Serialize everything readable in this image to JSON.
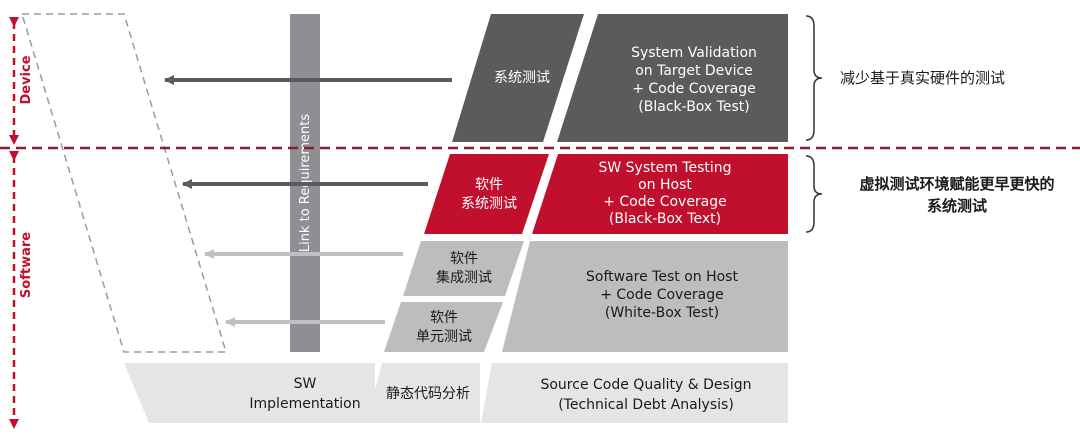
{
  "colors": {
    "dark": "#595b5d",
    "red": "#c0102e",
    "gray": "#bcbdbf",
    "light": "#e4e5e6",
    "arrow_dark": "#5a5b5d",
    "arrow_light": "#bfc0c2",
    "dashed_line": "#8d1d33",
    "text_dark": "#1a1a1a",
    "text_white": "#ffffff"
  },
  "axis": {
    "device_label": "Device",
    "software_label": "Software"
  },
  "requirements_bar": {
    "label": "Link to Requirements"
  },
  "levels": {
    "system_test": {
      "label": "系统测试",
      "description": [
        "System Validation",
        "on Target Device",
        "+ Code Coverage",
        "(Black-Box Test)"
      ]
    },
    "sw_system_test": {
      "label": [
        "软件",
        "系统测试"
      ],
      "description": [
        "SW System Testing",
        "on Host",
        "+ Code Coverage",
        "(Black-Box Text)"
      ]
    },
    "integration_test": {
      "label": [
        "软件",
        "集成测试"
      ]
    },
    "unit_test": {
      "label": [
        "软件",
        "单元测试"
      ]
    },
    "software_test": {
      "description": [
        "Software Test on Host",
        "+ Code Coverage",
        "(White-Box Test)"
      ]
    },
    "bottom": {
      "implementation": [
        "SW",
        "Implementation"
      ],
      "static_analysis": "静态代码分析",
      "quality": [
        "Source Code Quality & Design",
        "(Technical Debt Analysis)"
      ]
    }
  },
  "annotations": {
    "device": "减少基于真实硬件的测试",
    "software": [
      "虚拟测试环境赋能更早更快的",
      "系统测试"
    ]
  }
}
